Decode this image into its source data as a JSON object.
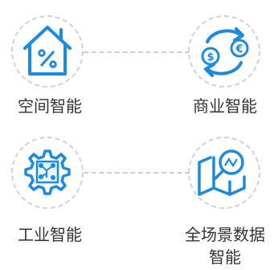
{
  "colors": {
    "accent": "#1a8be0",
    "dashed": "#d2d2d2",
    "text": "#333333"
  },
  "nodes": [
    {
      "label": "空间智能",
      "icon": "house-percent-icon"
    },
    {
      "label": "商业智能",
      "icon": "currency-exchange-icon"
    },
    {
      "label": "工业智能",
      "icon": "chip-gear-icon"
    },
    {
      "label": "全场景数据",
      "label_line2": "智能",
      "icon": "map-search-icon"
    }
  ]
}
